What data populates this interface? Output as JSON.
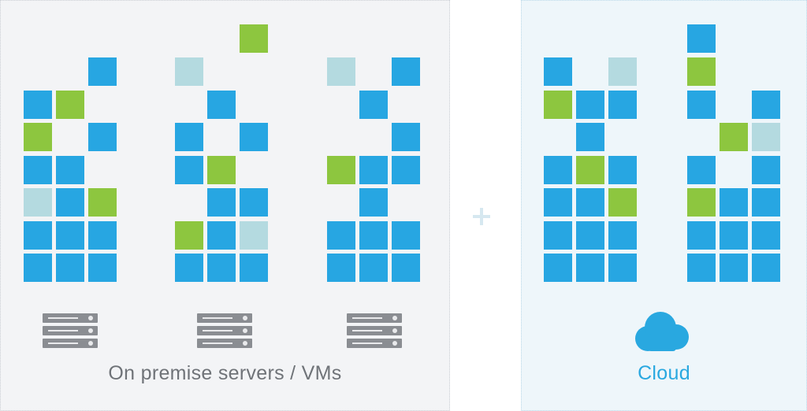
{
  "colors": {
    "blue": "#27a6e2",
    "green": "#8dc63f",
    "light": "#b4dae0",
    "server_gray": "#8a8d92",
    "caption_gray": "#6f7378",
    "cloud_blue": "#29a8e0"
  },
  "onprem": {
    "caption": "On premise servers / VMs",
    "server_icon": "server-rack-icon",
    "servers": [
      {
        "cells": [
          {
            "c": 2,
            "r": 1,
            "k": "blue"
          },
          {
            "c": 0,
            "r": 2,
            "k": "blue"
          },
          {
            "c": 1,
            "r": 2,
            "k": "green"
          },
          {
            "c": 0,
            "r": 3,
            "k": "green"
          },
          {
            "c": 2,
            "r": 3,
            "k": "blue"
          },
          {
            "c": 0,
            "r": 4,
            "k": "blue"
          },
          {
            "c": 1,
            "r": 4,
            "k": "blue"
          },
          {
            "c": 0,
            "r": 5,
            "k": "light"
          },
          {
            "c": 1,
            "r": 5,
            "k": "blue"
          },
          {
            "c": 2,
            "r": 5,
            "k": "green"
          },
          {
            "c": 0,
            "r": 6,
            "k": "blue"
          },
          {
            "c": 1,
            "r": 6,
            "k": "blue"
          },
          {
            "c": 2,
            "r": 6,
            "k": "blue"
          },
          {
            "c": 0,
            "r": 7,
            "k": "blue"
          },
          {
            "c": 1,
            "r": 7,
            "k": "blue"
          },
          {
            "c": 2,
            "r": 7,
            "k": "blue"
          }
        ]
      },
      {
        "cells": [
          {
            "c": 2,
            "r": 0,
            "k": "green"
          },
          {
            "c": 0,
            "r": 1,
            "k": "light"
          },
          {
            "c": 1,
            "r": 2,
            "k": "blue"
          },
          {
            "c": 0,
            "r": 3,
            "k": "blue"
          },
          {
            "c": 2,
            "r": 3,
            "k": "blue"
          },
          {
            "c": 0,
            "r": 4,
            "k": "blue"
          },
          {
            "c": 1,
            "r": 4,
            "k": "green"
          },
          {
            "c": 1,
            "r": 5,
            "k": "blue"
          },
          {
            "c": 2,
            "r": 5,
            "k": "blue"
          },
          {
            "c": 0,
            "r": 6,
            "k": "green"
          },
          {
            "c": 1,
            "r": 6,
            "k": "blue"
          },
          {
            "c": 2,
            "r": 6,
            "k": "light"
          },
          {
            "c": 0,
            "r": 7,
            "k": "blue"
          },
          {
            "c": 1,
            "r": 7,
            "k": "blue"
          },
          {
            "c": 2,
            "r": 7,
            "k": "blue"
          }
        ]
      },
      {
        "cells": [
          {
            "c": 0,
            "r": 1,
            "k": "light"
          },
          {
            "c": 2,
            "r": 1,
            "k": "blue"
          },
          {
            "c": 1,
            "r": 2,
            "k": "blue"
          },
          {
            "c": 2,
            "r": 3,
            "k": "blue"
          },
          {
            "c": 0,
            "r": 4,
            "k": "green"
          },
          {
            "c": 1,
            "r": 4,
            "k": "blue"
          },
          {
            "c": 2,
            "r": 4,
            "k": "blue"
          },
          {
            "c": 1,
            "r": 5,
            "k": "blue"
          },
          {
            "c": 0,
            "r": 6,
            "k": "blue"
          },
          {
            "c": 1,
            "r": 6,
            "k": "blue"
          },
          {
            "c": 2,
            "r": 6,
            "k": "blue"
          },
          {
            "c": 0,
            "r": 7,
            "k": "blue"
          },
          {
            "c": 1,
            "r": 7,
            "k": "blue"
          },
          {
            "c": 2,
            "r": 7,
            "k": "blue"
          }
        ]
      }
    ]
  },
  "plus_icon": "plus-icon",
  "cloud": {
    "caption": "Cloud",
    "icon": "cloud-icon",
    "stacks": [
      {
        "cells": [
          {
            "c": 0,
            "r": 1,
            "k": "blue"
          },
          {
            "c": 2,
            "r": 1,
            "k": "light"
          },
          {
            "c": 0,
            "r": 2,
            "k": "green"
          },
          {
            "c": 1,
            "r": 2,
            "k": "blue"
          },
          {
            "c": 2,
            "r": 2,
            "k": "blue"
          },
          {
            "c": 1,
            "r": 3,
            "k": "blue"
          },
          {
            "c": 0,
            "r": 4,
            "k": "blue"
          },
          {
            "c": 1,
            "r": 4,
            "k": "green"
          },
          {
            "c": 2,
            "r": 4,
            "k": "blue"
          },
          {
            "c": 0,
            "r": 5,
            "k": "blue"
          },
          {
            "c": 1,
            "r": 5,
            "k": "blue"
          },
          {
            "c": 2,
            "r": 5,
            "k": "green"
          },
          {
            "c": 0,
            "r": 6,
            "k": "blue"
          },
          {
            "c": 1,
            "r": 6,
            "k": "blue"
          },
          {
            "c": 2,
            "r": 6,
            "k": "blue"
          },
          {
            "c": 0,
            "r": 7,
            "k": "blue"
          },
          {
            "c": 1,
            "r": 7,
            "k": "blue"
          },
          {
            "c": 2,
            "r": 7,
            "k": "blue"
          }
        ]
      },
      {
        "cells": [
          {
            "c": 0,
            "r": 0,
            "k": "blue"
          },
          {
            "c": 0,
            "r": 1,
            "k": "green"
          },
          {
            "c": 0,
            "r": 2,
            "k": "blue"
          },
          {
            "c": 2,
            "r": 2,
            "k": "blue"
          },
          {
            "c": 1,
            "r": 3,
            "k": "green"
          },
          {
            "c": 2,
            "r": 3,
            "k": "light"
          },
          {
            "c": 0,
            "r": 4,
            "k": "blue"
          },
          {
            "c": 2,
            "r": 4,
            "k": "blue"
          },
          {
            "c": 0,
            "r": 5,
            "k": "green"
          },
          {
            "c": 1,
            "r": 5,
            "k": "blue"
          },
          {
            "c": 2,
            "r": 5,
            "k": "blue"
          },
          {
            "c": 0,
            "r": 6,
            "k": "blue"
          },
          {
            "c": 1,
            "r": 6,
            "k": "blue"
          },
          {
            "c": 2,
            "r": 6,
            "k": "blue"
          },
          {
            "c": 0,
            "r": 7,
            "k": "blue"
          },
          {
            "c": 1,
            "r": 7,
            "k": "blue"
          },
          {
            "c": 2,
            "r": 7,
            "k": "blue"
          }
        ]
      }
    ]
  }
}
